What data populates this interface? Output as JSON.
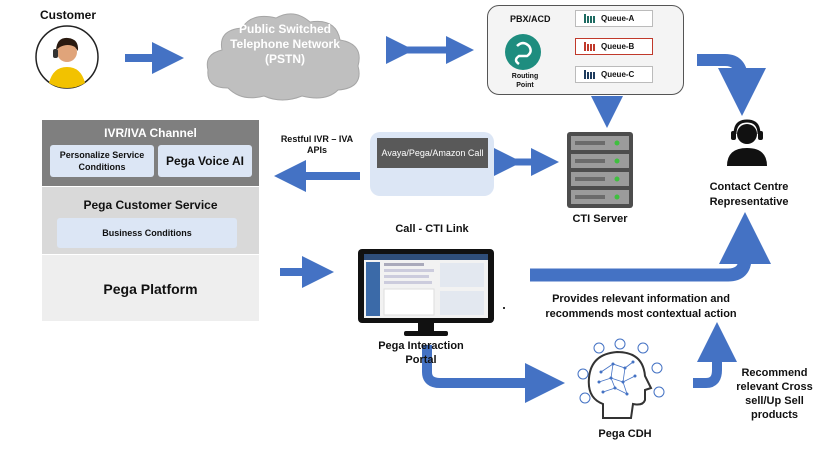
{
  "customer": {
    "label": "Customer"
  },
  "pstn": {
    "label": "Public Switched Telephone Network (PSTN)"
  },
  "pbx": {
    "label": "PBX/ACD",
    "routing_label": "Routing Point",
    "queues": [
      "Queue-A",
      "Queue-B",
      "Queue-C"
    ]
  },
  "ivr_channel": {
    "title": "IVR/IVA Channel",
    "personalize": "Personalize Service Conditions",
    "voice_ai": "Pega Voice AI"
  },
  "customer_service": {
    "title": "Pega Customer Service",
    "business_conditions": "Business Conditions"
  },
  "platform": {
    "title": "Pega Platform"
  },
  "restful_label": "Restful IVR – IVA APIs",
  "avaya": {
    "label": "Avaya/Pega/Amazon Call"
  },
  "cti_link_label": "Call - CTI Link",
  "cti_server_label": "CTI Server",
  "agent_label": "Contact Centre Representative",
  "portal_label": "Pega Interaction Portal",
  "provides_label": "Provides relevant information and recommends most contextual action",
  "cdh_label": "Pega CDH",
  "recommend_label": "Recommend relevant Cross sell/Up Sell products",
  "colors": {
    "arrow": "#4472c4",
    "cloud": "#bfbfbf",
    "routing": "#1e8d7f",
    "queue_icon": "#1e6b62",
    "queue_b_icon": "#c0392b",
    "box_light": "#dce6f5"
  }
}
